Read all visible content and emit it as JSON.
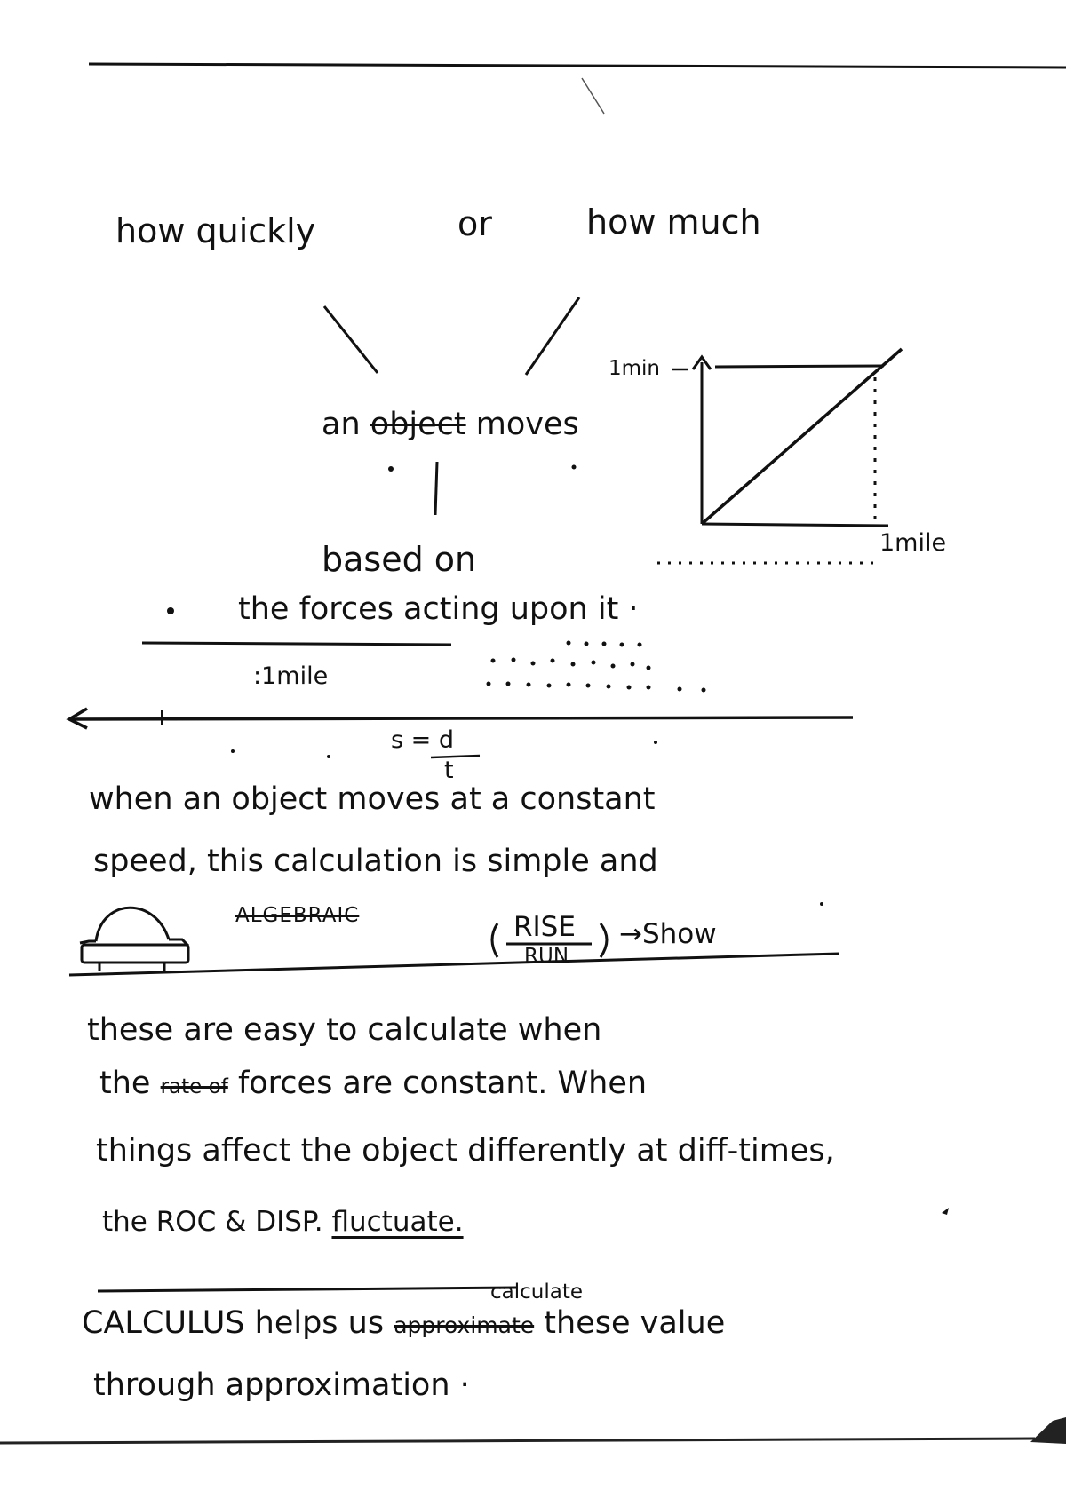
{
  "notes": {
    "top_left": "how quickly",
    "top_or": "or",
    "top_right": "how much",
    "object_prefix": "an",
    "object_struck": "object",
    "object_suffix": "moves",
    "based_on": "based on",
    "forces": "the forces acting upon it ·",
    "one_mile_left": ":1mile",
    "formula_s": "s = d",
    "formula_t": "t",
    "para1_line1": "when  an object  moves  at  a constant",
    "para1_line2": "speed,  this  calculation  is  simple  and",
    "algebraic_struck": "ALGEBRAIC",
    "rise": "RISE",
    "run": "RUN",
    "show": "→Show",
    "para2_line1": "these  are  easy  to  calculate  when",
    "para2_line2_a": "the",
    "para2_line2_struck": "rate of",
    "para2_line2_b": "forces  are  constant. When",
    "para2_line3": "things  affect  the  object  differently  at  diff-times,",
    "para2_line4_a": "the   ROC  &  DISP.",
    "fluctuate": "fluctuate.",
    "calc_line1_a": "CALCULUS  helps  us",
    "calc_struck": "approximate",
    "calc_insert": "calculate",
    "calc_line1_b": "these  value",
    "calc_line2": "through  approximation ·"
  },
  "graph": {
    "y_label": "1min",
    "x_label": "1mile"
  }
}
